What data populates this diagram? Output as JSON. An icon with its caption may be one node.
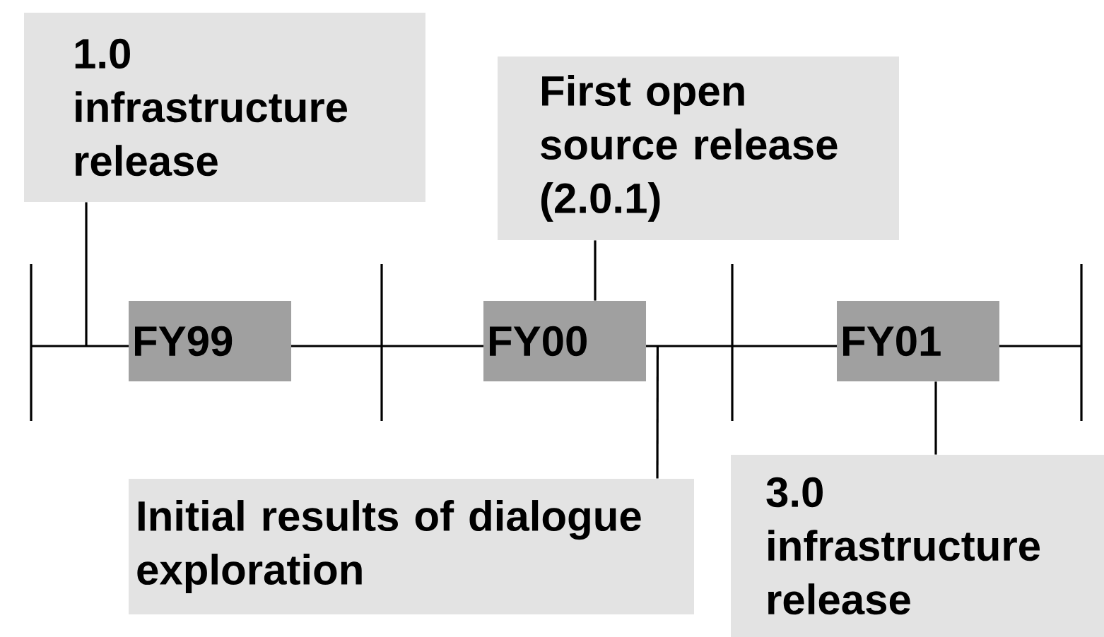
{
  "diagram": {
    "nodes": [
      {
        "text": [
          "1.0 infrastructure release"
        ]
      },
      {
        "text": [
          "First open source release (2.0.1)"
        ]
      },
      {
        "text": [
          "FY99"
        ]
      },
      {
        "text": [
          "FY00"
        ]
      },
      {
        "text": [
          "FY01"
        ]
      },
      {
        "text": [
          "Initial results of dialogue exploration"
        ]
      },
      {
        "text": [
          "3.0 infrastructure release"
        ]
      }
    ],
    "edges": [
      {
        "from": 0,
        "to": null,
        "arrow": "none"
      },
      {
        "from": 1,
        "to": 3,
        "arrow": "none"
      },
      {
        "from": 5,
        "to": 3,
        "arrow": "none"
      },
      {
        "from": 6,
        "to": 4,
        "arrow": "none"
      }
    ]
  }
}
